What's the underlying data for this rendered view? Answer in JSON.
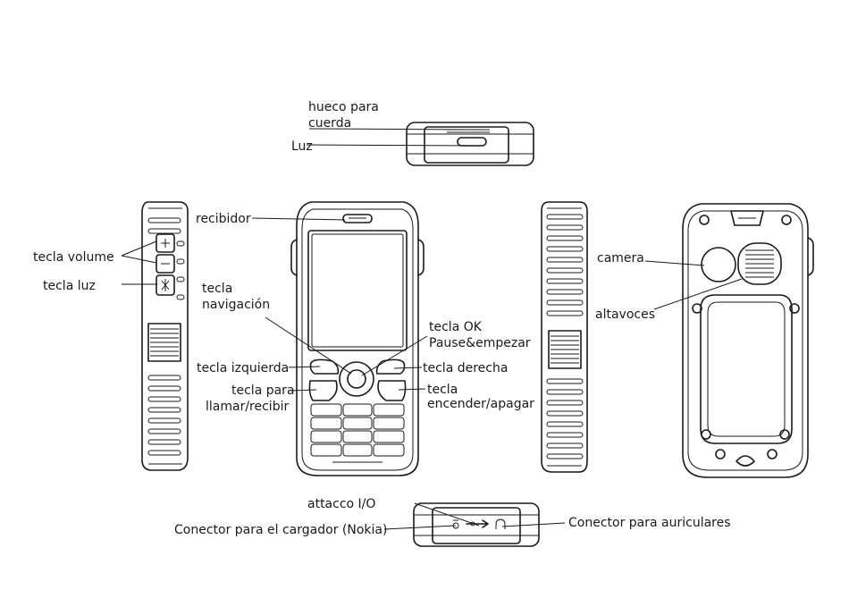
{
  "labels": {
    "hueco_line1": "hueco para",
    "hueco_line2": "cuerda",
    "luz": "Luz",
    "recibidor": "recibidor",
    "tecla_volume": "tecla volume",
    "tecla_luz": "tecla luz",
    "tecla_nav_line1": "tecla",
    "tecla_nav_line2": "navigación",
    "tecla_ok_line1": "tecla OK",
    "tecla_ok_line2": "Pause&empezar",
    "tecla_izquierda": "tecla izquierda",
    "tecla_derecha": "tecla derecha",
    "tecla_llamar_line1": "tecla para",
    "tecla_llamar_line2": "llamar/recibir",
    "tecla_encender_line1": "tecla",
    "tecla_encender_line2": "encender/apagar",
    "camera": "camera",
    "altavoces": "altavoces",
    "attacco": "attacco I/O",
    "conector_cargador": "Conector para el cargador (Nokia)",
    "conector_auriculares": "Conector para auriculares"
  },
  "colors": {
    "stroke": "#1a1a1a",
    "background": "#ffffff"
  }
}
